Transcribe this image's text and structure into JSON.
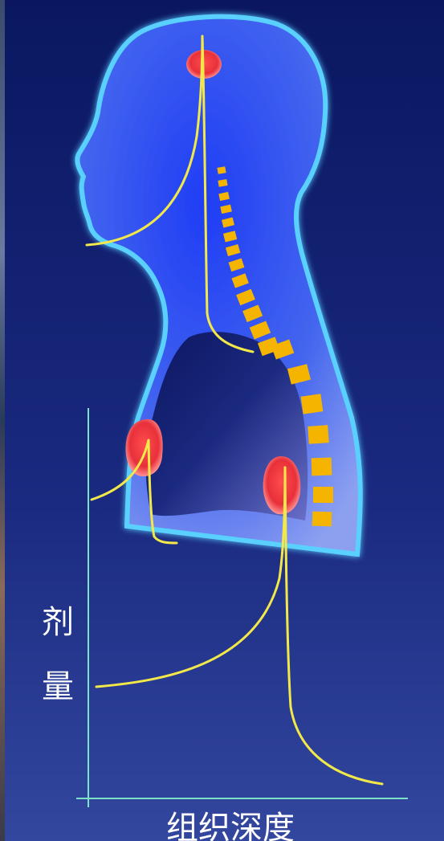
{
  "axes": {
    "y_label_chars": [
      "剂",
      "量"
    ],
    "x_label": "组织深度"
  },
  "colors": {
    "background_top": "#0a1a62",
    "background_bottom": "#2a3f9c",
    "body_fill": "#3a5cf0",
    "body_outline": "#5ad0ff",
    "lung_cavity": "#1a2472",
    "spine": "#f5b400",
    "tumor": "#e8303a",
    "dose_curve": "#f2e84a",
    "axis": "#7de3c8"
  },
  "icons": [
    "head-tumor-icon",
    "lung-tumor-left-icon",
    "lung-tumor-right-icon",
    "spine-icon"
  ]
}
